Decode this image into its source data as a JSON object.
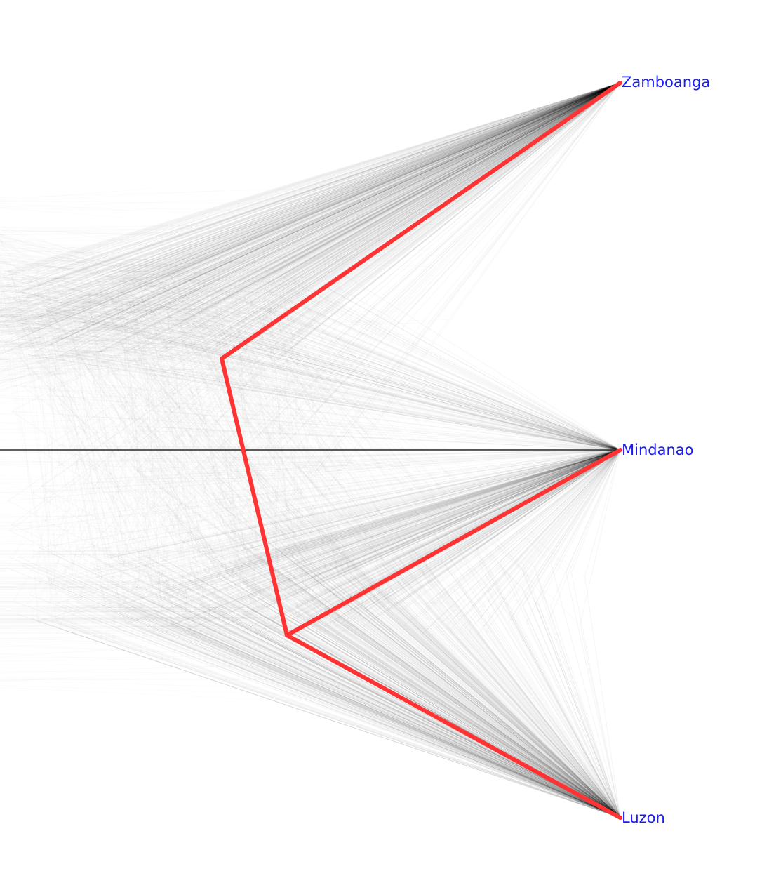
{
  "tree": {
    "taxa": [
      {
        "id": "zamboanga",
        "label": "Zamboanga"
      },
      {
        "id": "mindanao",
        "label": "Mindanao"
      },
      {
        "id": "luzon",
        "label": "Luzon"
      }
    ],
    "consensus_topology": "((Mindanao,Luzon),Zamboanga)",
    "colors": {
      "consensus": "#ff3333",
      "posterior_cloud": "#000000",
      "label": "#1a1aff",
      "background": "#ffffff"
    }
  }
}
